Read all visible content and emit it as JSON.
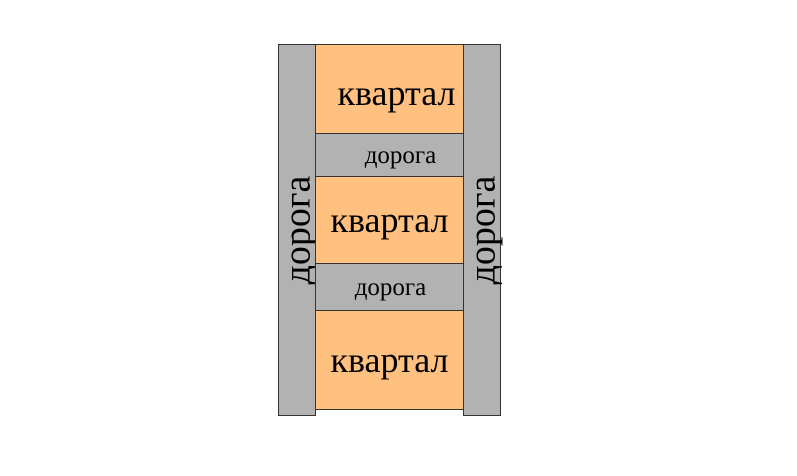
{
  "diagram": {
    "roads": {
      "left": "дорога",
      "right": "дорога",
      "middle_1": "дорога",
      "middle_2": "дорога"
    },
    "quarters": [
      "квартал",
      "квартал",
      "квартал"
    ],
    "colors": {
      "road": "#b2b2b2",
      "quarter": "#ffc080",
      "border": "#333333"
    }
  }
}
